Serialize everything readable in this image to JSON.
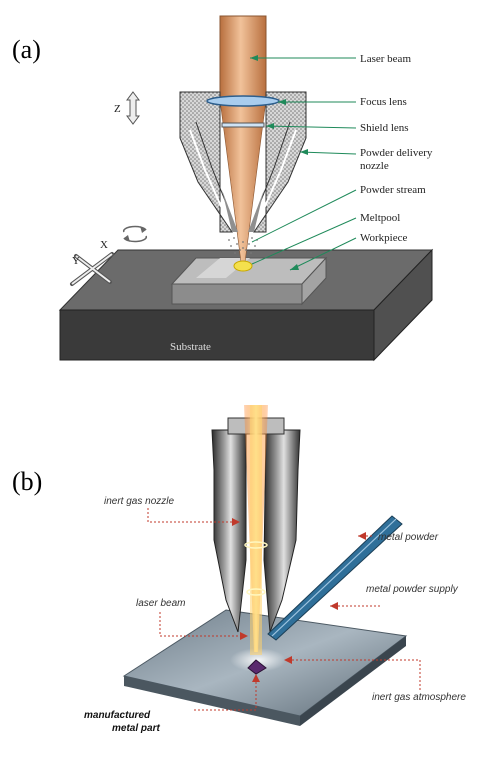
{
  "panel_a": {
    "tag": "(a)",
    "axis_z": "Z",
    "axis_x": "X",
    "axis_y": "Y",
    "labels": {
      "laser_beam": "Laser beam",
      "focus_lens": "Focus lens",
      "shield_lens": "Shield lens",
      "powder_nozzle_1": "Powder delivery",
      "powder_nozzle_2": "nozzle",
      "powder_stream": "Powder stream",
      "meltpool": "Meltpool",
      "workpiece": "Workpiece",
      "substrate": "Substrate"
    },
    "colors": {
      "beam": "#d99a6c",
      "leader": "#1f8a5a",
      "substrate": "#3e3e3e"
    }
  },
  "panel_b": {
    "tag": "(b)",
    "labels": {
      "inert_gas_nozzle": "inert gas nozzle",
      "metal_powder": "metal powder",
      "metal_powder_supply": "metal powder supply",
      "laser_beam": "laser beam",
      "inert_gas_atmosphere": "inert gas atmosphere",
      "manufactured_1": "manufactured",
      "manufactured_2": "metal part"
    },
    "colors": {
      "leader": "#c0392b",
      "beam": "#ffb347",
      "plate": "#8a9aa6",
      "feed": "#2f6f99"
    }
  }
}
